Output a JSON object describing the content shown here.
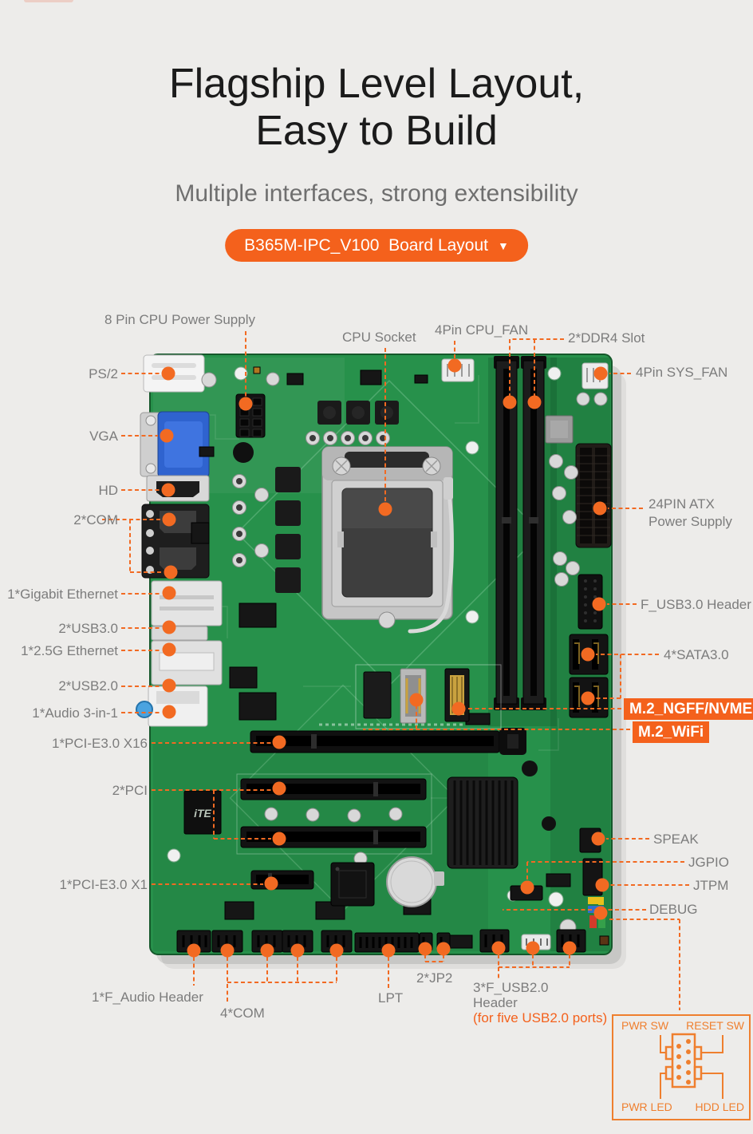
{
  "header": {
    "title_line1": "Flagship Level Layout,",
    "title_line2": "Easy to Build",
    "subtitle": "Multiple interfaces, strong extensibility",
    "model_button": {
      "label": "B365M-IPC_V100  Board Layout",
      "caret": "▼"
    }
  },
  "colors": {
    "accent_orange": "#f4611c",
    "leader_orange": "#f26a22",
    "label_gray": "#7c7c7c",
    "pcb_green": "#27914b",
    "panel_box_orange": "#ef7f2e"
  },
  "board": {
    "ite_chip_marking": "iTE"
  },
  "labels": {
    "cpu_power": "8 Pin CPU Power Supply",
    "cpu_socket": "CPU Socket",
    "cpu_fan": "4Pin CPU_FAN",
    "ddr4": "2*DDR4 Slot",
    "sys_fan": "4Pin SYS_FAN",
    "ps2": "PS/2",
    "vga": "VGA",
    "hd": "HD",
    "com2": "2*COM",
    "gigabit": "1*Gigabit Ethernet",
    "usb3": "2*USB3.0",
    "eth25g": "1*2.5G Ethernet",
    "usb2": "2*USB2.0",
    "audio": "1*Audio 3-in-1",
    "pcie_x16": "1*PCI-E3.0 X16",
    "pci": "2*PCI",
    "pcie_x1": "1*PCI-E3.0 X1",
    "f_audio": "1*F_Audio Header",
    "com4": "4*COM",
    "atx_line1": "24PIN ATX",
    "atx_line2": "Power Supply",
    "f_usb3": "F_USB3.0 Header",
    "sata": "4*SATA3.0",
    "m2_nvme": "M.2_NGFF/NVME",
    "m2_wifi": "M.2_WiFi",
    "speak": "SPEAK",
    "jgpio": "JGPIO",
    "jtpm": "JTPM",
    "debug": "DEBUG",
    "jp2": "2*JP2",
    "lpt": "LPT",
    "f_usb2_line1": "3*F_USB2.0",
    "f_usb2_line2": "Header",
    "f_usb2_note": "(for five USB2.0 ports)"
  },
  "front_panel": {
    "pwr_sw": "PWR SW",
    "reset_sw": "RESET SW",
    "pwr_led": "PWR LED",
    "hdd_led": "HDD LED"
  }
}
